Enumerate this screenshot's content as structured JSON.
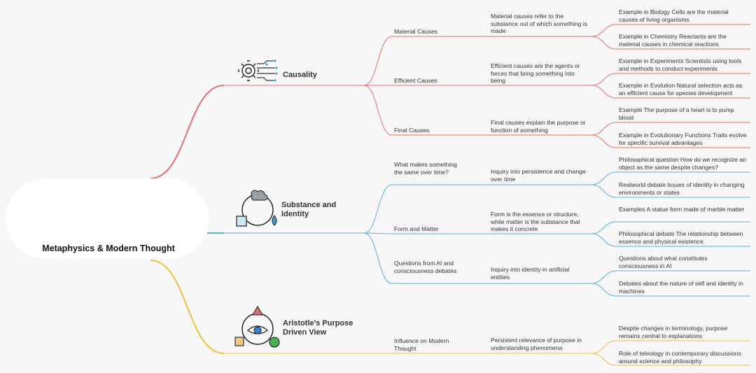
{
  "root": {
    "title": "Metaphysics & Modern Thought",
    "icon": "eye-icon"
  },
  "colors": {
    "red": "#e36f6f",
    "blue": "#5ab0d8",
    "yellow": "#f0c040",
    "edge_light_red": "#f0a0a0"
  },
  "branches": [
    {
      "label": "Causality",
      "icon": "gear-circuit-icon",
      "children": [
        {
          "label": "Material Causes",
          "detail": "Material causes refer to the substance out of which something is made",
          "examples": [
            "Example in Biology Cells are the material causes of living organisms",
            "Example in Chemistry Reactants are the material causes in chemical reactions"
          ]
        },
        {
          "label": "Efficient Causes",
          "detail": "Efficient causes are the agents or forces that bring something into being",
          "examples": [
            "Example in Experiments Scientists using tools and methods to conduct experiments",
            "Example in Evolution Natural selection acts as an efficient cause for species development"
          ]
        },
        {
          "label": "Final Causes",
          "detail": "Final causes explain the purpose or function of something",
          "examples": [
            "Example The purpose of a heart is to pump blood",
            "Example in Evolutionary Functions Traits evolve for specific survival advantages"
          ]
        }
      ]
    },
    {
      "label": "Substance and Identity",
      "icon": "shapes-cycle-icon",
      "children": [
        {
          "label": "What makes something the same over time?",
          "detail": "Inquiry into persistence and change over time",
          "examples": [
            "Philosophical question How do we recognize an object as the same despite changes?",
            "Realworld debate Issues of identity in changing environments or states"
          ]
        },
        {
          "label": "Form and Matter",
          "detail": "Form is the essence or structure, while matter is the substance that makes it concrete",
          "examples": [
            "Examples A statue form made of marble matter",
            "Philosophical debate The relationship between essence and physical existence"
          ]
        },
        {
          "label": "Questions from AI and consciousness debates",
          "detail": "Inquiry into identity in artificial entities",
          "examples": [
            "Questions about what constitutes consciousness in AI",
            "Debates about the nature of self and identity in machines"
          ]
        }
      ]
    },
    {
      "label": "Aristotle's Purpose Driven View",
      "icon": "eye-shapes-icon",
      "children": [
        {
          "label": "Influence on Modern Thought",
          "detail": "Persistent relevance of purpose in understanding phenomena",
          "examples": [
            "Despite changes in terminology, purpose remains central to explanations",
            "Role of teleology in contemporary discussions around science and philosophy"
          ]
        }
      ]
    }
  ]
}
